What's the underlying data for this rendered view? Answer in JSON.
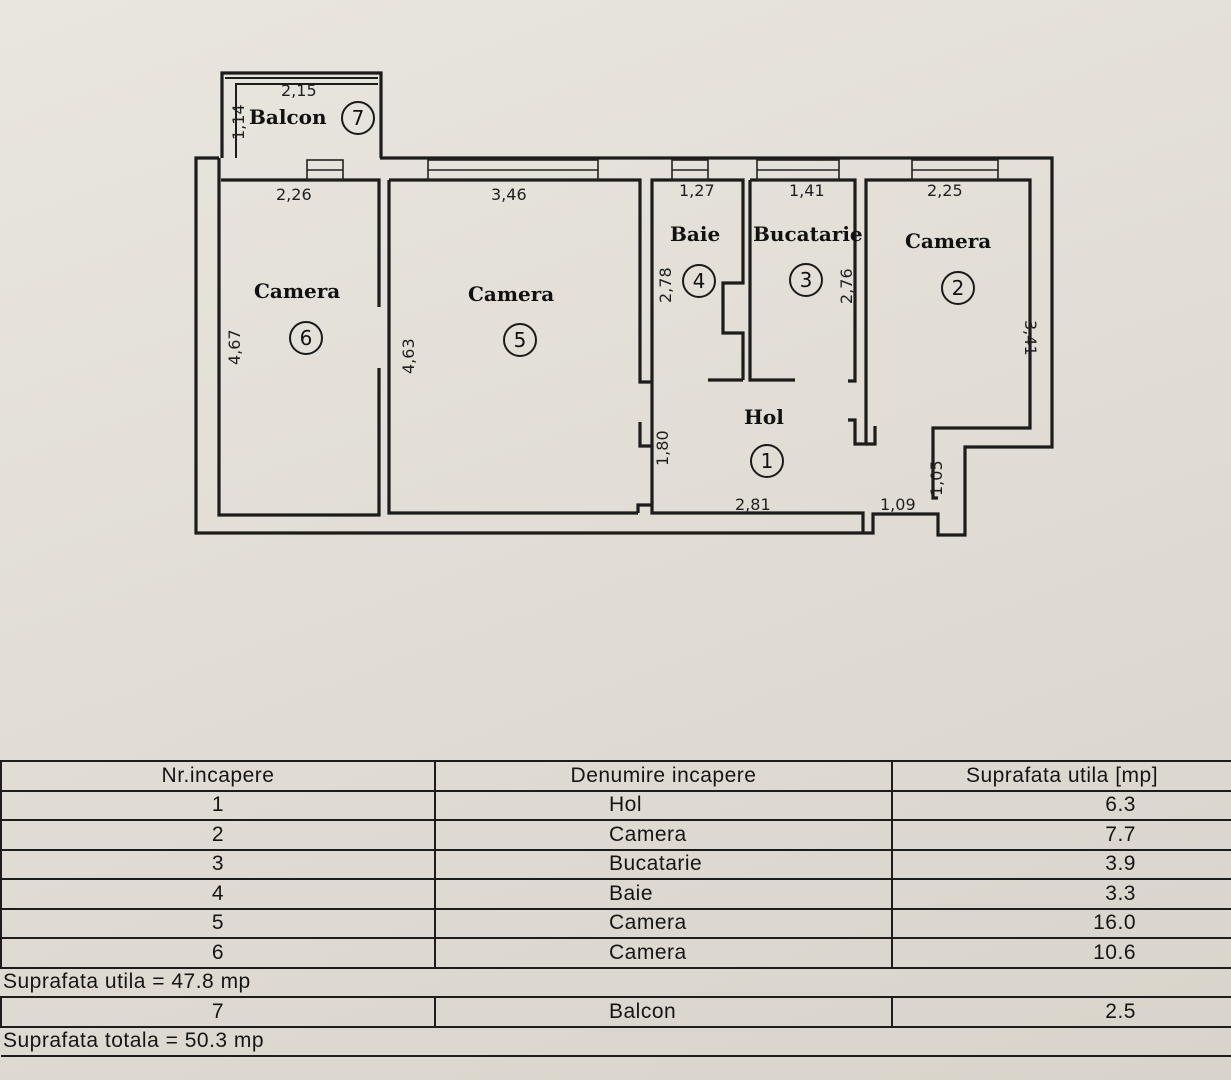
{
  "rooms": [
    {
      "num": "1",
      "label": "Hol"
    },
    {
      "num": "2",
      "label": "Camera"
    },
    {
      "num": "3",
      "label": "Bucatarie"
    },
    {
      "num": "4",
      "label": "Baie"
    },
    {
      "num": "5",
      "label": "Camera"
    },
    {
      "num": "6",
      "label": "Camera"
    },
    {
      "num": "7",
      "label": "Balcon"
    }
  ],
  "dimensions": {
    "balcon_width": "2,15",
    "balcon_depth": "1,14",
    "camera6_width": "2,26",
    "camera6_depth": "4,67",
    "camera5_width": "3,46",
    "camera5_depth": "4,63",
    "baie_width": "1,27",
    "baie_depth": "2,78",
    "bucatarie_width": "1,41",
    "bucatarie_depth": "2,76",
    "camera2_width": "2,25",
    "camera2_depth": "3,41",
    "hol_depth": "1,80",
    "hol_width": "2,81",
    "hol_ext_width": "1,09",
    "hol_ext_depth": "1,05"
  },
  "table": {
    "headers": [
      "Nr.incapere",
      "Denumire  incapere",
      "Suprafata  utila  [mp]"
    ],
    "rows": [
      {
        "nr": "1",
        "name": "Hol",
        "area": "6.3"
      },
      {
        "nr": "2",
        "name": "Camera",
        "area": "7.7"
      },
      {
        "nr": "3",
        "name": "Bucatarie",
        "area": "3.9"
      },
      {
        "nr": "4",
        "name": "Baie",
        "area": "3.3"
      },
      {
        "nr": "5",
        "name": "Camera",
        "area": "16.0"
      },
      {
        "nr": "6",
        "name": "Camera",
        "area": "10.6"
      }
    ],
    "subtotal": "Suprafata  utila  =  47.8  mp",
    "balcony_row": {
      "nr": "7",
      "name": "Balcon",
      "area": "2.5"
    },
    "total": "Suprafata  totala  =  50.3  mp"
  }
}
